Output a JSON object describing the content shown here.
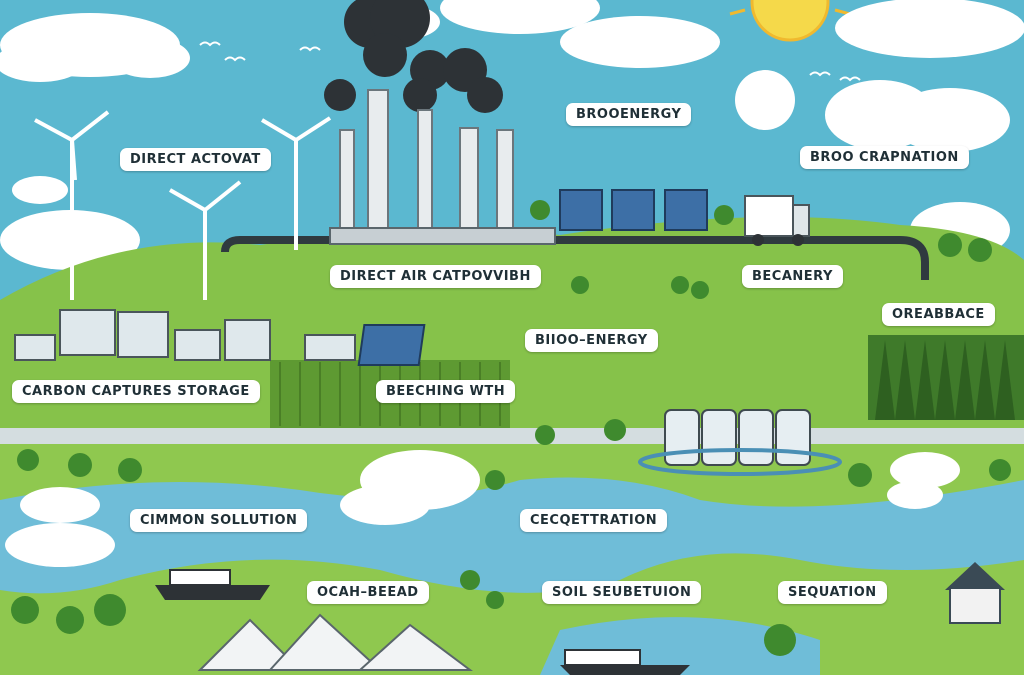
{
  "labels": {
    "direct_activat": "DIRECT ACTOVAT",
    "brooenergy": "BROOENERGY",
    "broo_crapnation": "BROO CRAPNATION",
    "direct_air": "DIRECT AIR CATPOVVIBH",
    "becanery": "BECANERY",
    "oreabbace": "OREABBACE",
    "bioo_energy": "BIIOO–ENERGY",
    "carbon_capture": "CARBON CAPTURES STORAGE",
    "beeching": "BEECHING WTH",
    "cimmon": "CIMMON SOLLUTION",
    "cecqettration": "CECQETTRATION",
    "ocah_bead": "OCAH–BEEAD",
    "soil": "SOIL SEUBETUION",
    "sequation": "SEQUATION"
  },
  "colors": {
    "sky": "#5bb8d0",
    "grass": "#86c24a",
    "grass_dark": "#5e9a32",
    "water": "#6fbdd8",
    "road": "#d4dde0",
    "smoke": "#2d3236",
    "sun": "#f5d94a"
  }
}
